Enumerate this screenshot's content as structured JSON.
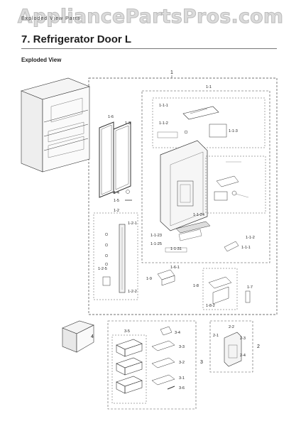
{
  "page": {
    "watermark": "AppliancePartsPros.com",
    "header_tag": "Exploded View Parts",
    "title": "7.  Refrigerator Door L",
    "subtitle": "Exploded View"
  },
  "diagram": {
    "group_labels": {
      "main": "1",
      "door_assembly": "1-1",
      "gasket_a": "1-6",
      "gasket_b": "1-3",
      "hinge_a": "1-4",
      "hinge_b": "1-5",
      "handle_group": "1-2",
      "cap_left": "1-2-1",
      "cap_small": "1-2-5",
      "cap_bottom": "1-2-2",
      "part_1_8": "1-8",
      "part_1_7": "1-7",
      "part_1_9": "1-9",
      "part_1_8_2": "1-8-2",
      "part_1_6_1": "1-6-1",
      "ice_tray": "4",
      "bins_group": "3",
      "bins_label": "3-5",
      "bin_3_4": "3-4",
      "bin_3_3": "3-3",
      "bin_3_2": "3-2",
      "bin_3_1": "3-1",
      "bin_3_6": "3-6",
      "dispenser_group": "2",
      "disp_2_1": "2-1",
      "disp_2_2": "2-2",
      "disp_2_3": "2-3",
      "disp_2_4": "2-4",
      "sub_1_1_1": "1-1-1",
      "sub_1_1_2": "1-1-2",
      "sub_1_1_3": "1-1-3",
      "sub_1_1_24": "1-1-24",
      "sub_1_1_23": "1-1-23",
      "sub_1_1_25": "1-1-25",
      "sub_1_1_31": "1-1-31"
    }
  }
}
